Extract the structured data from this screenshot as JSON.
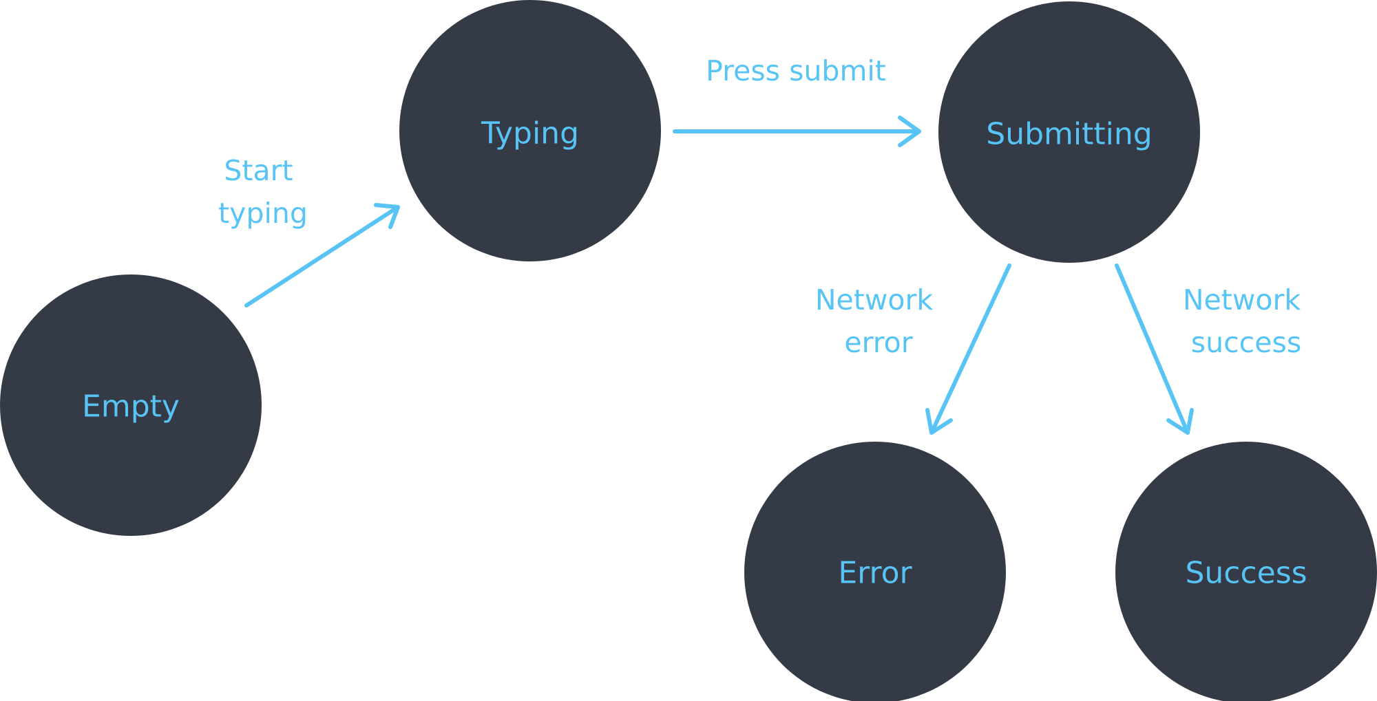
{
  "diagram": {
    "nodes": {
      "empty": "Empty",
      "typing": "Typing",
      "submitting": "Submitting",
      "error": "Error",
      "success": "Success"
    },
    "edges": {
      "start_typing": [
        "Start",
        "typing"
      ],
      "press_submit": [
        "Press submit"
      ],
      "network_error": [
        "Network",
        "error"
      ],
      "network_success": [
        "Network",
        "success"
      ]
    },
    "colors": {
      "node_fill": "#343a46",
      "accent": "#58c4f5",
      "background": "#ffffff"
    }
  }
}
